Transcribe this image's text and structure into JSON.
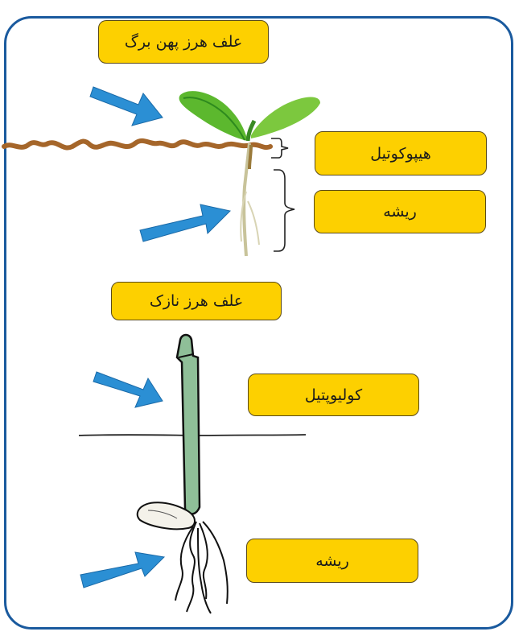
{
  "colors": {
    "frame_border": "#1a5a9e",
    "label_fill": "#fdd000",
    "label_border": "#5a4a18",
    "arrow_fill": "#2b8fd4",
    "soil_line": "#a5662a",
    "leaf_green": "#5cb82e",
    "coleoptile_green": "#8fbf98"
  },
  "broadleaf": {
    "title": "علف هرز پهن برگ",
    "labels": {
      "hypocotyl": "هیپوکوتیل",
      "root": "ریشه"
    }
  },
  "grass": {
    "title": "علف هرز نازک",
    "labels": {
      "coleoptile": "کولیوپتیل",
      "root": "ریشه"
    }
  },
  "icons": {
    "arrows": [
      "arrow-to-leaves",
      "arrow-to-root-broadleaf",
      "arrow-to-coleoptile",
      "arrow-to-root-grass"
    ]
  }
}
